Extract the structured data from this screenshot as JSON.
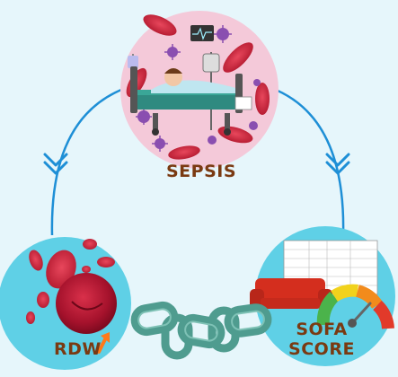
{
  "labels": {
    "sepsis": "SEPSIS",
    "rdw": "RDW",
    "sofa_line1": "SOFA",
    "sofa_line2": "SCORE"
  },
  "colors": {
    "background": "#e6f6fb",
    "connector": "#1e8fd6",
    "sepsis_circle": "#f4c9d9",
    "rdw_circle": "#5fd0e6",
    "sofa_circle": "#5fd0e6",
    "label_text": "#7a3a12",
    "chain": "#5aa79a"
  },
  "icons": [
    "hospital-bed-icon",
    "virus-icon",
    "red-blood-cell-icon",
    "arrow-up-icon",
    "chain-icon",
    "sofa-icon",
    "gauge-icon",
    "document-table-icon",
    "iv-bag-icon",
    "heart-monitor-icon"
  ]
}
